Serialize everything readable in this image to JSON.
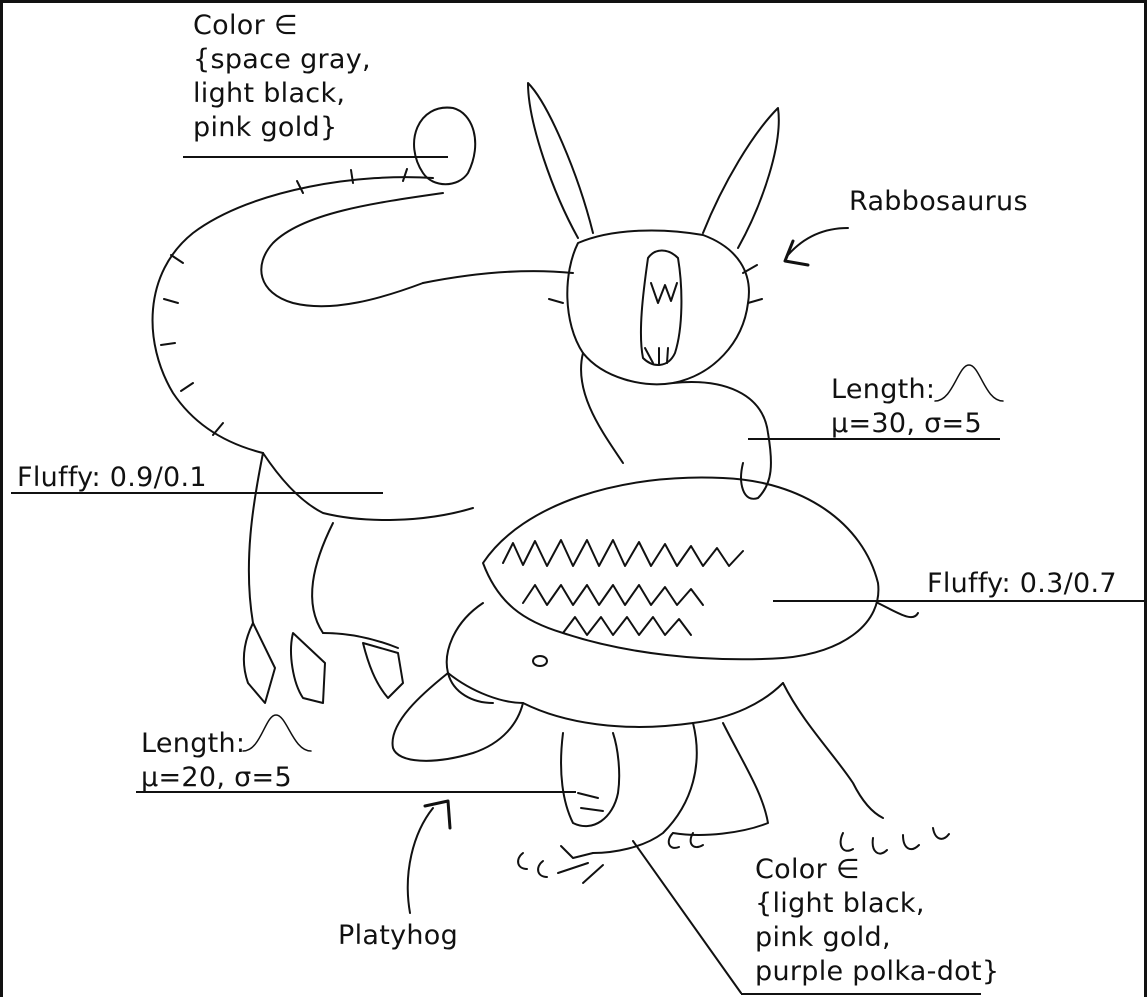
{
  "labels": {
    "rabbo_color": [
      "Color ∈",
      "{space gray,",
      "light black,",
      "pink gold}"
    ],
    "rabbo_name": "Rabbosaurus",
    "rabbo_length": [
      "Length:",
      "μ=30, σ=5"
    ],
    "rabbo_fluffy": "Fluffy: 0.9/0.1",
    "platy_fluffy": "Fluffy: 0.3/0.7",
    "platy_length": [
      "Length:",
      "μ=20, σ=5"
    ],
    "platy_name": "Platyhog",
    "platy_color": [
      "Color ∈",
      "{light black,",
      "pink gold,",
      "purple polka-dot}"
    ]
  },
  "colors": {
    "ink": "#111111",
    "paper": "#ffffff"
  }
}
